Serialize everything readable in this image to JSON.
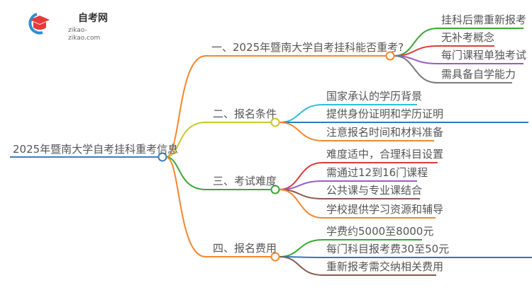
{
  "logo": {
    "name": "自考网",
    "url": "zikao-zikao.com"
  },
  "root": {
    "label": "2025年暨南大学自考挂科重考信息",
    "color": "#3a7fc4"
  },
  "branches": [
    {
      "label": "一、2025年暨南大学自考挂科能否重考?",
      "color": "#f5872a",
      "leaves": [
        {
          "label": "挂科后需重新报考",
          "color": "#3aa832"
        },
        {
          "label": "无补考概念",
          "color": "#e03a3a"
        },
        {
          "label": "每门课程单独考试",
          "color": "#9a5cc8"
        },
        {
          "label": "需具备自学能力",
          "color": "#7a7a7a"
        }
      ]
    },
    {
      "label": "二、报名条件",
      "color": "#c8c82e",
      "leaves": [
        {
          "label": "国家承认的学历背景",
          "color": "#2fc0d6"
        },
        {
          "label": "提供身份证明和学历证明",
          "color": "#2f78c0"
        },
        {
          "label": "注意报名时间和材料准备",
          "color": "#f5872a"
        }
      ]
    },
    {
      "label": "三、考试难度",
      "color": "#3aa832",
      "leaves": [
        {
          "label": "难度适中，合理科目设置",
          "color": "#e03a3a"
        },
        {
          "label": "需通过12到16门课程",
          "color": "#9a5cc8"
        },
        {
          "label": "公共课与专业课结合",
          "color": "#8a5a4a"
        },
        {
          "label": "学校提供学习资源和辅导",
          "color": "#f5872a"
        }
      ]
    },
    {
      "label": "四、报名费用",
      "color": "#f5872a",
      "leaves": [
        {
          "label": "学费约5000至8000元",
          "color": "#3aa832"
        },
        {
          "label": "每门科目报考费30至50元",
          "color": "#2f78c0"
        },
        {
          "label": "重新报考需交纳相关费用",
          "color": "#8a5a4a"
        }
      ]
    }
  ]
}
